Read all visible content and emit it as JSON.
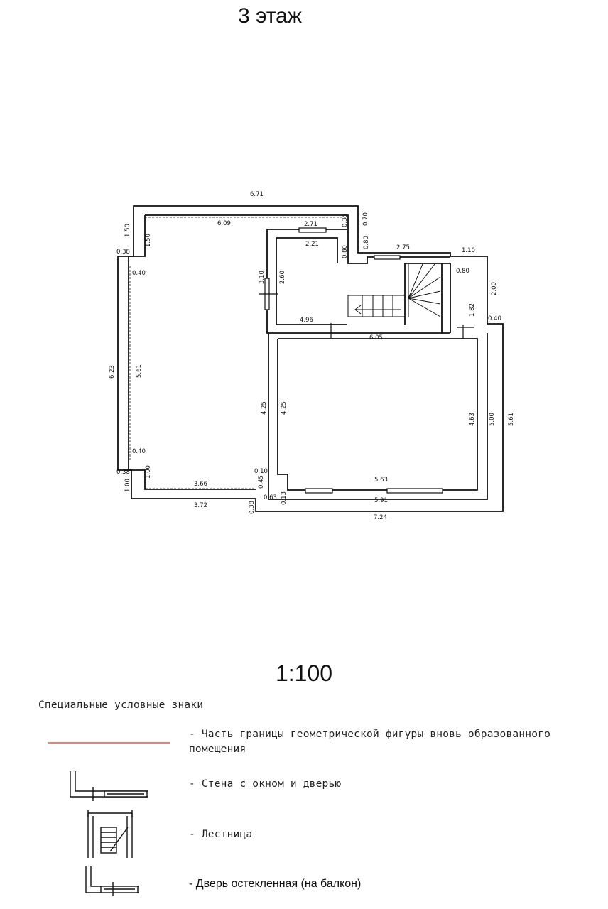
{
  "title": "3 этаж",
  "scale": "1:100",
  "legend": {
    "heading": "Специальные условные знаки",
    "items": [
      {
        "symbol": "red-boundary-line-icon",
        "text": "- Часть границы геометрической фигуры вновь образованного помещения"
      },
      {
        "symbol": "wall-window-door-icon",
        "text": "- Стена с окном и дверью"
      },
      {
        "symbol": "staircase-icon",
        "text": "- Лестница"
      },
      {
        "symbol": "glazed-door-icon",
        "text": "- Дверь остекленная (на балкон)"
      }
    ]
  },
  "colors": {
    "boundary_line": "#e0301e",
    "walls": "#111111"
  },
  "dimensions": {
    "top_overall": "6.71",
    "top_inner": "6.09",
    "top_notch": "0.35",
    "top_right_step": "0.70",
    "left_upper_outer": "1.50",
    "left_upper_inner": "1.50",
    "left_corner_top": "0.38",
    "left_inner_top": "0.40",
    "left_outer": "6.23",
    "left_inner": "5.61",
    "left_inner_bottom": "0.40",
    "left_corner_bottom": "0.38",
    "left_lower_inner": "1.00",
    "left_lower_outer": "1.00",
    "bottom_left_inner": "3.66",
    "bottom_left_outer": "3.72",
    "stair_room_width": "2.71",
    "stair_room_inner": "2.21",
    "stair_room_step": "0.80",
    "stair_room_height_outer": "3.10",
    "stair_room_height_inner": "2.60",
    "stair_room_bottom": "4.96",
    "stair_width": "2.75",
    "stair_step": "0.80",
    "right_step": "1.10",
    "right_inner_step": "0.80",
    "right_height": "2.00",
    "right_notch": "0.40",
    "right_short": "1.82",
    "big_room_top": "6.05",
    "big_room_left_outer": "4.25",
    "big_room_left_inner": "4.25",
    "big_room_right_inner": "4.63",
    "big_room_right_mid": "5.00",
    "big_room_right_outer": "5.61",
    "big_room_notch_a": "0.10",
    "big_room_notch_b": "0.45",
    "big_room_bottom_inner": "5.63",
    "big_room_bottom_mid": "5.91",
    "bottom_offset": "0.63",
    "bottom_small": "0.13",
    "bottom_corner": "0.38",
    "bottom_overall": "7.24"
  }
}
